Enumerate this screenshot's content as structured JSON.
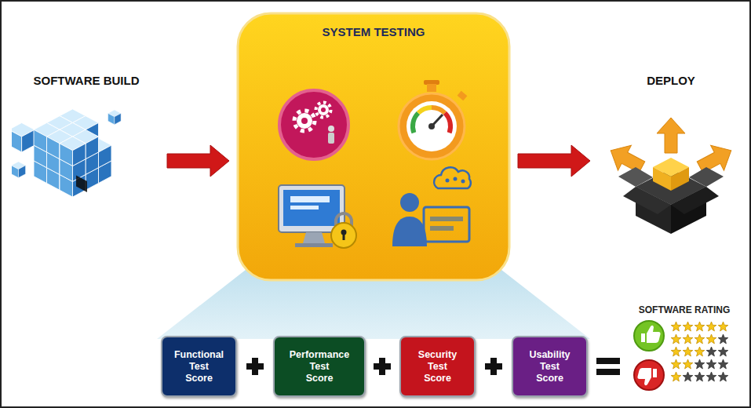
{
  "diagram": {
    "nodes": [
      {
        "text": [
          "SOFTWARE BUILD"
        ]
      },
      {
        "text": [
          "SYSTEM TESTING"
        ]
      },
      {
        "text": [
          "DEPLOY"
        ]
      },
      {
        "text": [
          "Functional Test Score"
        ]
      },
      {
        "text": [
          "Performance Test Score"
        ]
      },
      {
        "text": [
          "Security Test Score"
        ]
      },
      {
        "text": [
          "Usability Test Score"
        ]
      },
      {
        "text": [
          "SOFTWARE RATING"
        ]
      }
    ],
    "edges": [
      {
        "from": 0,
        "to": 1,
        "arrow": "to"
      },
      {
        "from": 1,
        "to": 2,
        "arrow": "to"
      }
    ]
  }
}
